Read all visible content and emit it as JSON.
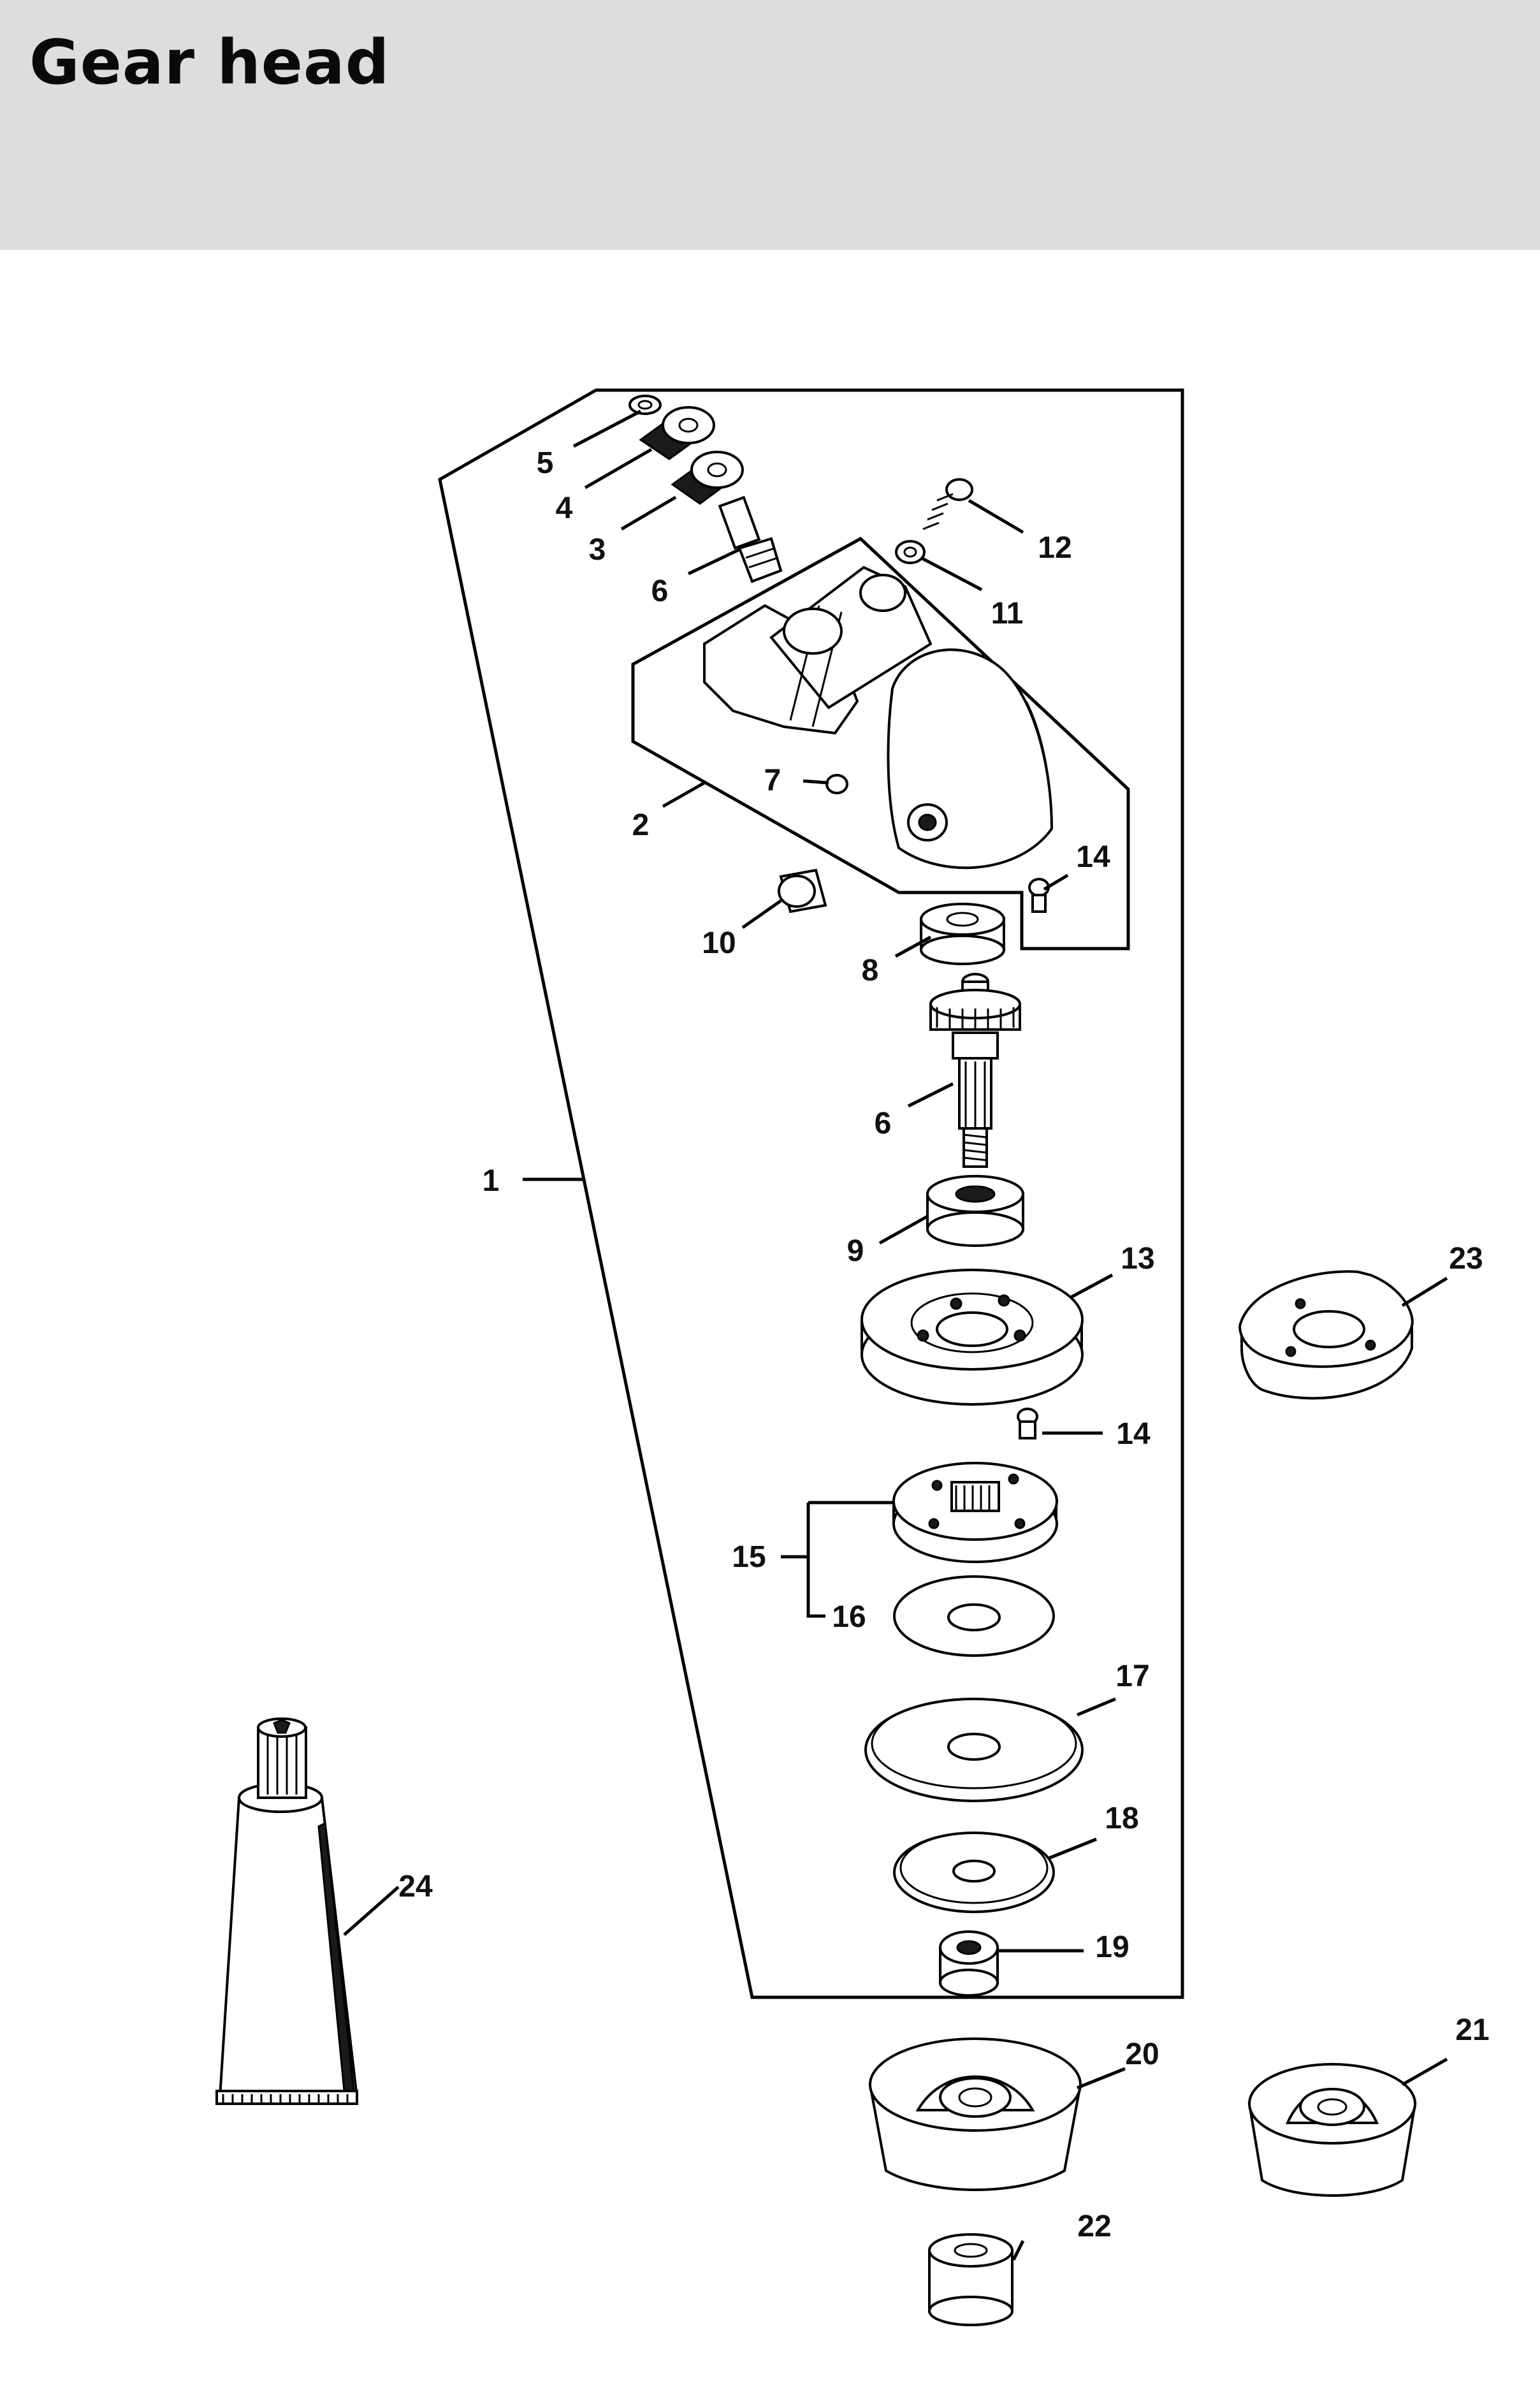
{
  "page": {
    "title": "Gear head"
  },
  "parts": [
    {
      "num": "1"
    },
    {
      "num": "2"
    },
    {
      "num": "3"
    },
    {
      "num": "4"
    },
    {
      "num": "5"
    },
    {
      "num": "6"
    },
    {
      "num": "6"
    },
    {
      "num": "7"
    },
    {
      "num": "8"
    },
    {
      "num": "9"
    },
    {
      "num": "10"
    },
    {
      "num": "11"
    },
    {
      "num": "12"
    },
    {
      "num": "13"
    },
    {
      "num": "14"
    },
    {
      "num": "14"
    },
    {
      "num": "15"
    },
    {
      "num": "16"
    },
    {
      "num": "17"
    },
    {
      "num": "18"
    },
    {
      "num": "19"
    },
    {
      "num": "20"
    },
    {
      "num": "21"
    },
    {
      "num": "22"
    },
    {
      "num": "23"
    },
    {
      "num": "24"
    }
  ]
}
